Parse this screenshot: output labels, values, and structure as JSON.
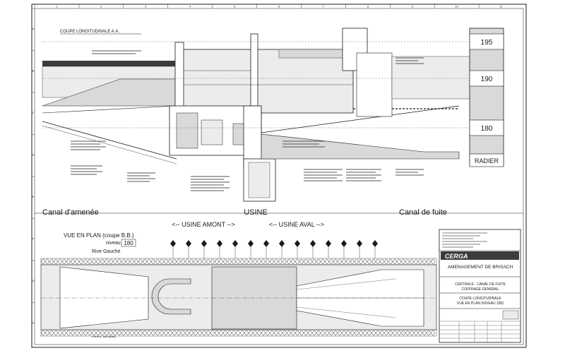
{
  "colors": {
    "ink": "#1a1a1a",
    "grey": "#d9d9d9",
    "light": "#ececec",
    "paper": "#ffffff",
    "dark": "#3c3c3c"
  },
  "grid": {
    "columns": [
      "1",
      "2",
      "3",
      "4",
      "5",
      "6",
      "7",
      "8",
      "9",
      "10",
      "11"
    ],
    "rows": [
      "A",
      "B",
      "C",
      "D",
      "E",
      "F",
      "G",
      "H"
    ]
  },
  "section": {
    "title": "COUPE LONGITUDINALE A.A.",
    "levels": [
      "195",
      "190",
      "180"
    ],
    "radier": "RADIER"
  },
  "zones": {
    "canal_amenee": "Canal d'amenée",
    "usine": "USINE",
    "canal_fuite": "Canal de fuite",
    "usine_amont": "<--  USINE AMONT  -->",
    "usine_aval": "<--  USINE AVAL  -->"
  },
  "plan": {
    "title": "VUE EN PLAN (coupe B.B.)",
    "niveau_label": "niveau",
    "niveau_value": "180",
    "rive_gauche": "Rive Gauche",
    "rive_droite": "Rive Droite"
  },
  "titleblock": {
    "logo": "CERGA",
    "project": "AMENAGEMENT DE BRISACH",
    "line1": "CENTRALE - CANAL DE FUITE",
    "line2": "COFFRAGE GENERAL",
    "line3": "COUPE LONGITUDINALE",
    "line4": "VUE EN PLAN (NIVEAU 180)"
  },
  "icons": {
    "section_marker": "diamond-arrow-icon",
    "north_marker": "compass-icon"
  }
}
